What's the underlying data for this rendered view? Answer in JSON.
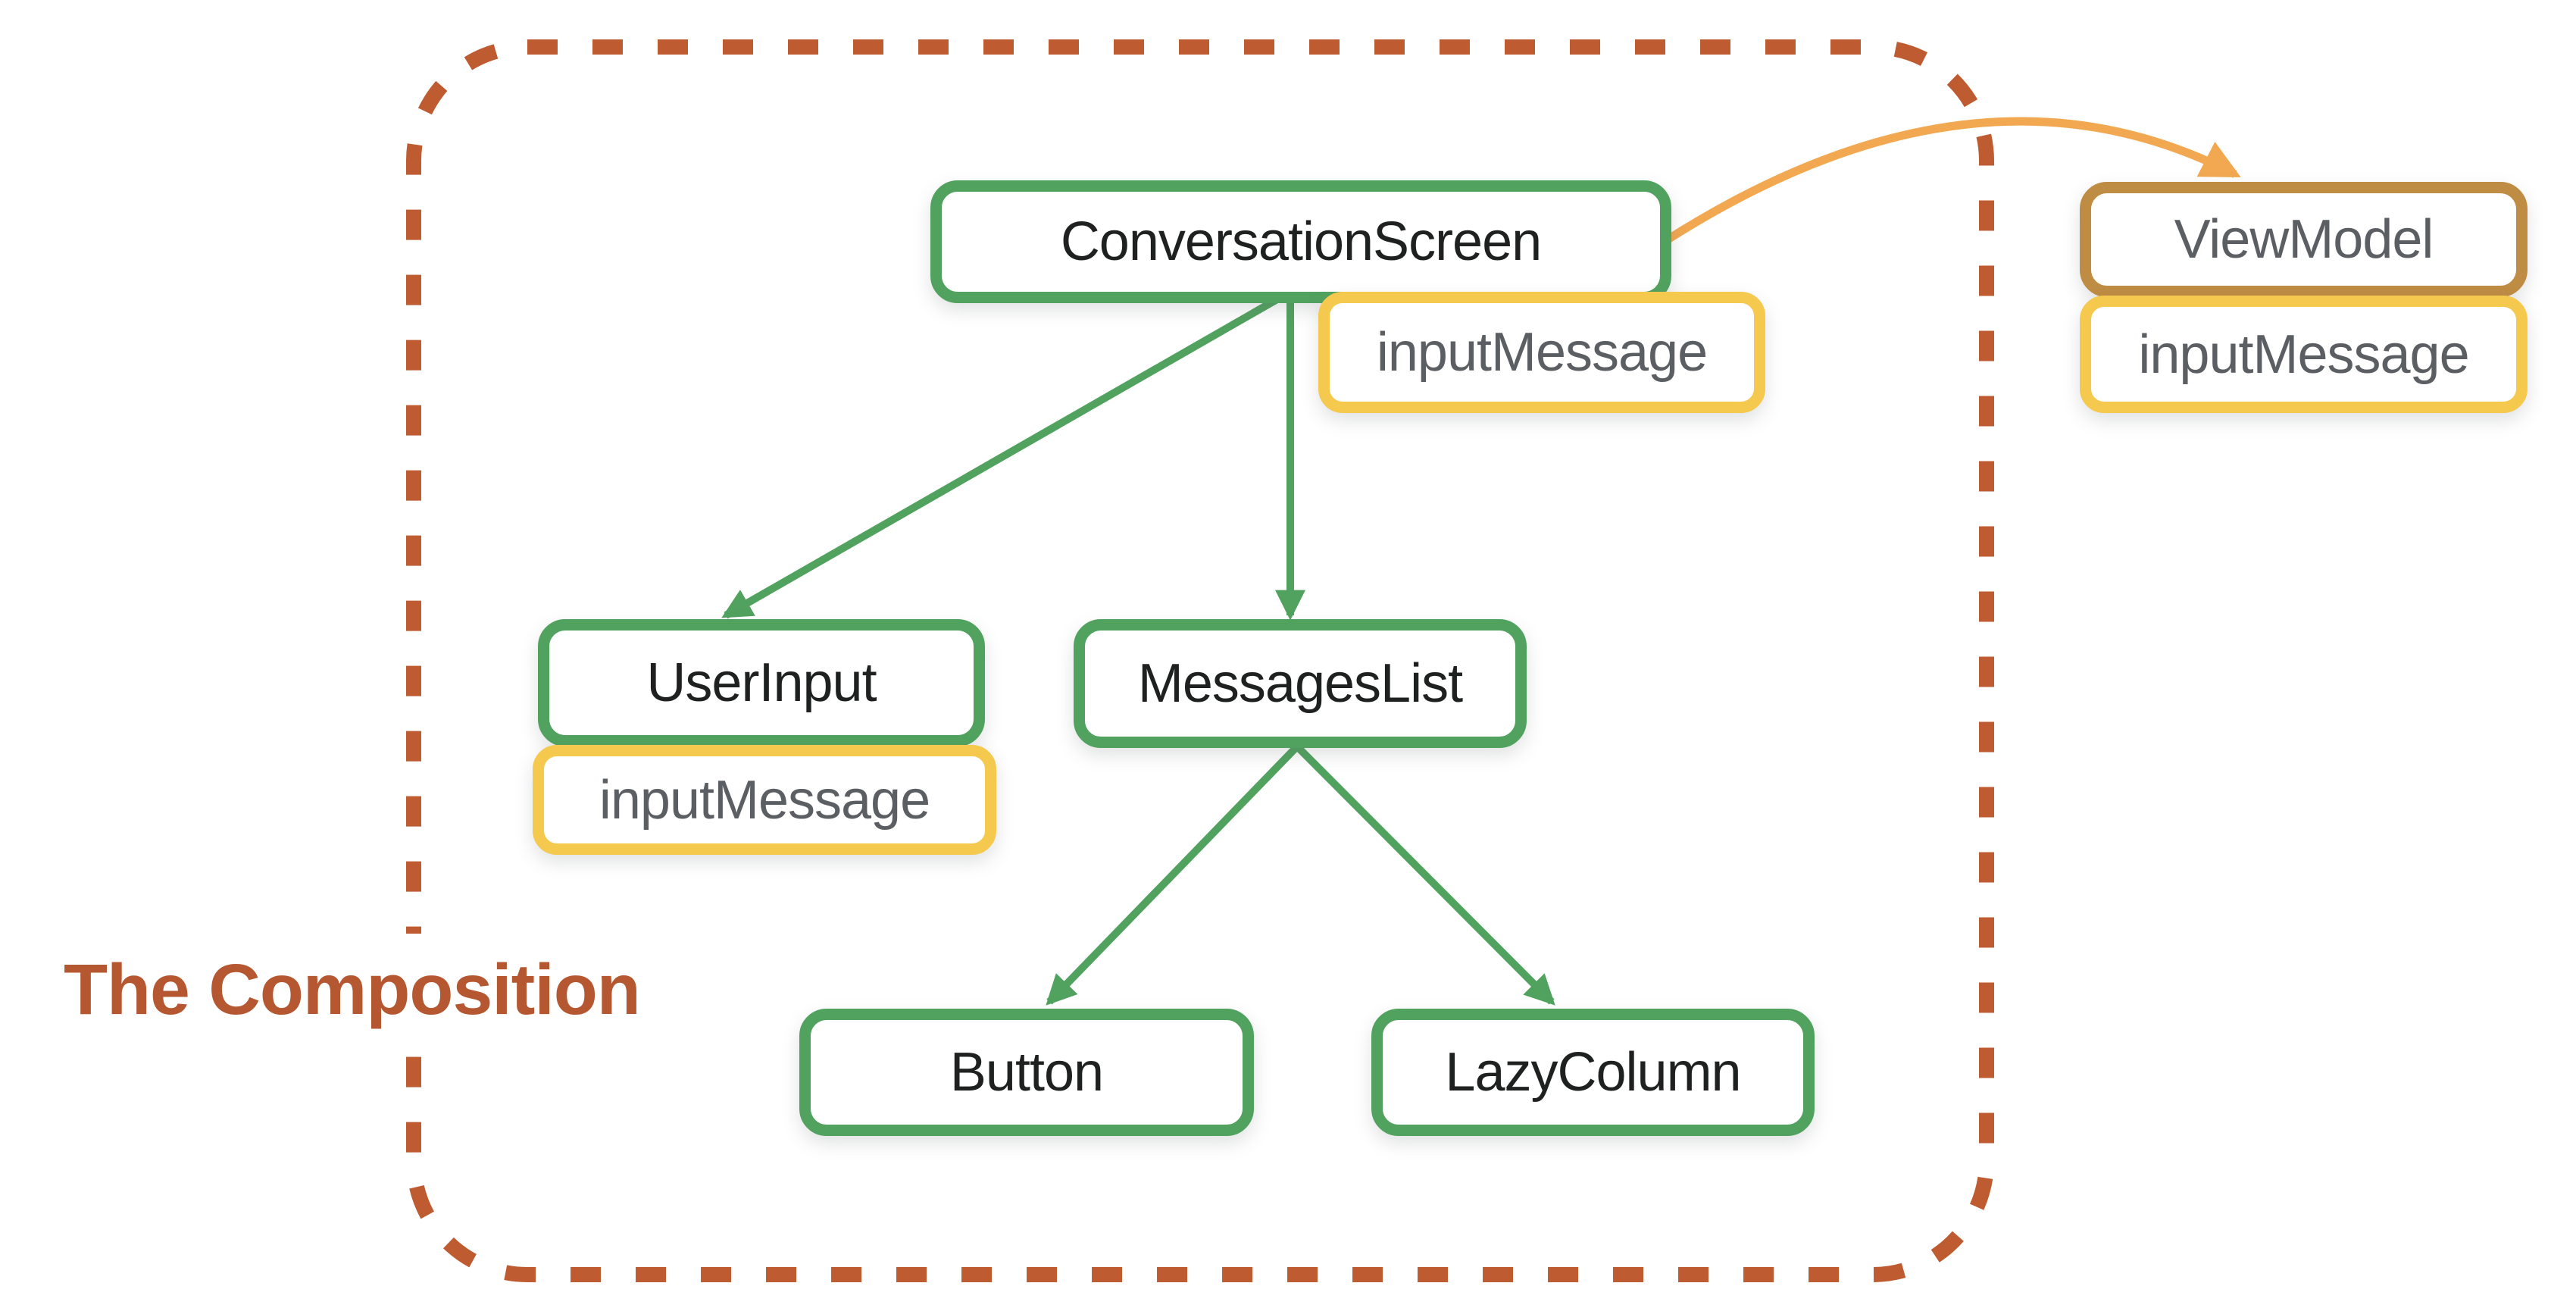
{
  "diagram": {
    "composition_label": "The Composition",
    "nodes": {
      "conversation_screen": {
        "label": "ConversationScreen",
        "kind": "composable"
      },
      "conversation_screen_state": {
        "label": "inputMessage",
        "kind": "state"
      },
      "user_input": {
        "label": "UserInput",
        "kind": "composable"
      },
      "user_input_state": {
        "label": "inputMessage",
        "kind": "state"
      },
      "messages_list": {
        "label": "MessagesList",
        "kind": "composable"
      },
      "button": {
        "label": "Button",
        "kind": "composable"
      },
      "lazy_column": {
        "label": "LazyColumn",
        "kind": "composable"
      },
      "view_model": {
        "label": "ViewModel",
        "kind": "viewmodel"
      },
      "view_model_state": {
        "label": "inputMessage",
        "kind": "state"
      }
    },
    "edges": [
      {
        "from": "ConversationScreen",
        "to": "UserInput",
        "color": "green",
        "style": "straight-arrow"
      },
      {
        "from": "ConversationScreen",
        "to": "MessagesList",
        "color": "green",
        "style": "straight-arrow"
      },
      {
        "from": "MessagesList",
        "to": "Button",
        "color": "green",
        "style": "straight-arrow"
      },
      {
        "from": "MessagesList",
        "to": "LazyColumn",
        "color": "green",
        "style": "straight-arrow"
      },
      {
        "from": "ConversationScreen",
        "to": "ViewModel",
        "color": "orange",
        "style": "curved-arrow"
      }
    ],
    "colors": {
      "green": "#51A25F",
      "yellow": "#F5C84E",
      "brown": "#BF8C43",
      "orange": "#F2A851",
      "rust": "#BE5B30",
      "title_rust": "#B55730",
      "ink": "#1F2020",
      "gray": "#5B5E62",
      "bg": "#FFFFFF"
    }
  }
}
